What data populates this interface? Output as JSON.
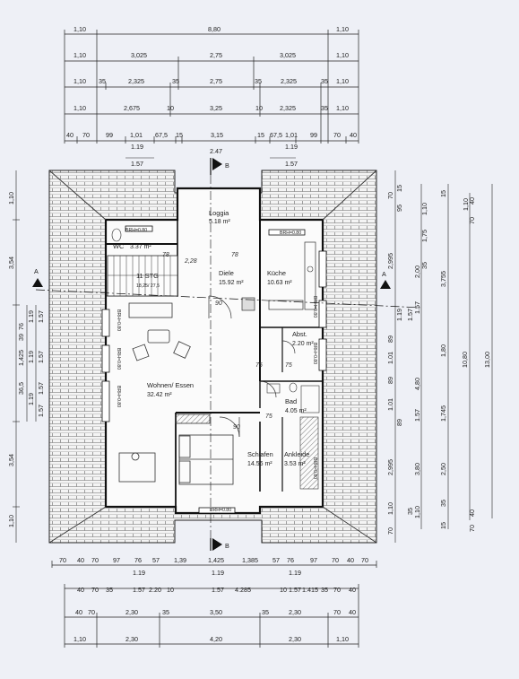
{
  "top_rows": [
    [
      "1,10",
      "8,80",
      "1,10"
    ],
    [
      "1,10",
      "3,025",
      "2,75",
      "3,025",
      "1,10"
    ],
    [
      "1,10",
      "35",
      "2,325",
      "35",
      "2,75",
      "35",
      "2,325",
      "35",
      "1,10"
    ],
    [
      "1,10",
      "2,675",
      "10",
      "3,25",
      "10",
      "2,325",
      "35",
      "1,10"
    ],
    [
      "40",
      "70",
      "99",
      "1,01",
      "67,5",
      "15",
      "3,15",
      "15",
      "67,5",
      "1,01",
      "99",
      "70",
      "40"
    ]
  ],
  "top_small": [
    "1.19",
    "1.57",
    "2.47",
    "1.19",
    "1.57"
  ],
  "bottom_rows": [
    [
      "70",
      "40",
      "70",
      "97",
      "76",
      "57",
      "1,39",
      "1,425",
      "1,385",
      "57",
      "76",
      "97",
      "70",
      "40",
      "70"
    ],
    [
      "40",
      "70",
      "35",
      "2.20",
      "10",
      "1.57",
      "4.285",
      "10",
      "1.57",
      "1.415",
      "35",
      "70",
      "40"
    ],
    [
      "40",
      "70",
      "2,30",
      "35",
      "3,50",
      "35",
      "2,30",
      "70",
      "40"
    ],
    [
      "1,10",
      "2,30",
      "4,20",
      "2,30",
      "1,10"
    ]
  ],
  "bottom_small": [
    "1.19",
    "1.57",
    "1.19",
    "1.57",
    "1.19",
    "1.57"
  ],
  "left_dims": [
    "1,10",
    "3,54",
    "76",
    "39",
    "1,425",
    "36,5",
    "1.19",
    "1.57",
    "1.19",
    "1.57",
    "1.57",
    "1.19",
    "1.57",
    "3,54",
    "1,10"
  ],
  "right_dims_a": [
    "70",
    "15",
    "95",
    "1,10",
    "1,75",
    "35",
    "2,995",
    "1.19",
    "1.57",
    "89",
    "1.01",
    "89",
    "1.01",
    "89",
    "2,995",
    "35",
    "1,10",
    "70"
  ],
  "right_dims_b": [
    "15",
    "2,00",
    "3,755",
    "1.57",
    "1,80",
    "4,80",
    "1.57",
    "1,745",
    "3,80",
    "2,50",
    "1,10",
    "35",
    "15"
  ],
  "right_dims_c": [
    "1,10",
    "70",
    "40",
    "10,80",
    "13,00",
    "40",
    "70"
  ],
  "section_marks": {
    "a": "A",
    "b": "B"
  },
  "rooms": {
    "loggia": {
      "name": "Loggia",
      "area": "5.18 m²"
    },
    "wc": {
      "name": "WC",
      "area": "3.37 m²"
    },
    "stair": {
      "name": "11 STG",
      "spec": "18,25/ 27,5"
    },
    "diele": {
      "name": "Diele",
      "area": "15.92 m²"
    },
    "kueche": {
      "name": "Küche",
      "area": "10.63 m²"
    },
    "abst": {
      "name": "Abst.",
      "area": "2.20 m²"
    },
    "wohnen": {
      "name": "Wohnen/ Essen",
      "area": "32.42 m²"
    },
    "bad": {
      "name": "Bad",
      "area": "4.05 m²"
    },
    "schlafen": {
      "name": "Schlafen",
      "area": "14.56 m²"
    },
    "ankleide": {
      "name": "Ankleide",
      "area": "3.53 m²"
    }
  },
  "brh_labels": [
    "BRH=0.80",
    "BRH=0.80",
    "BRH=0.80",
    "BRH=0.80",
    "BRH=0.80",
    "BRH=0.80",
    "BRH=0.80",
    "BRH=0.80",
    "BRH=0.80"
  ],
  "handwritten": [
    "78",
    "2,28",
    "78",
    "90",
    "90",
    "75",
    "75",
    "75"
  ]
}
